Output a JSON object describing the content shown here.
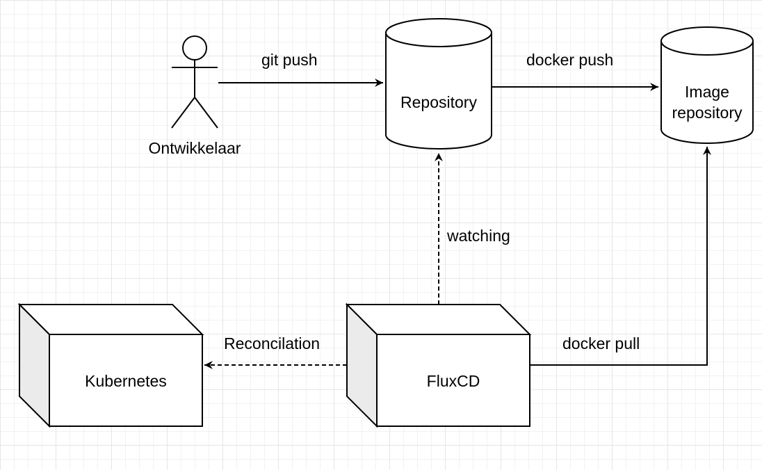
{
  "actor": {
    "label": "Ontwikkelaar"
  },
  "nodes": {
    "repository": {
      "label": "Repository"
    },
    "image_repository": {
      "label_line1": "Image",
      "label_line2": "repository"
    },
    "fluxcd": {
      "label": "FluxCD"
    },
    "kubernetes": {
      "label": "Kubernetes"
    }
  },
  "edges": {
    "git_push": {
      "label": "git push"
    },
    "docker_push": {
      "label": "docker push"
    },
    "watching": {
      "label": "watching"
    },
    "reconcilation": {
      "label": "Reconcilation"
    },
    "docker_pull": {
      "label": "docker pull"
    }
  }
}
